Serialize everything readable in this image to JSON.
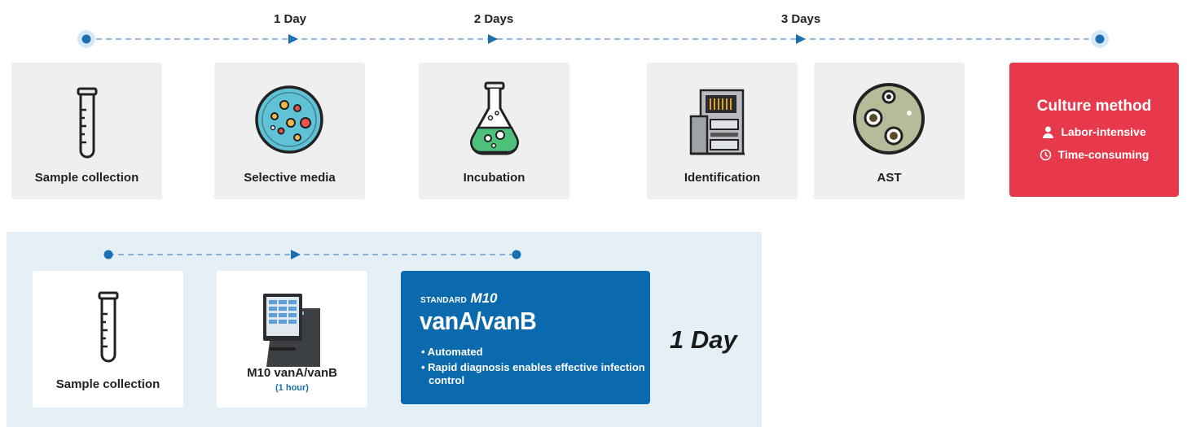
{
  "culture_timeline": {
    "day_labels": [
      "1 Day",
      "2 Days",
      "3 Days"
    ],
    "steps": [
      {
        "label": "Sample collection",
        "icon": "test-tube-icon"
      },
      {
        "label": "Selective media",
        "icon": "petri-dish-icon"
      },
      {
        "label": "Incubation",
        "icon": "flask-icon"
      },
      {
        "label": "Identification",
        "icon": "analyzer-machine-icon"
      },
      {
        "label": "AST",
        "icon": "ast-plate-icon"
      }
    ],
    "summary": {
      "title": "Culture method",
      "points": [
        {
          "text": "Labor-intensive",
          "icon": "person-icon"
        },
        {
          "text": "Time-consuming",
          "icon": "clock-icon"
        }
      ],
      "color": "#e63a4c"
    }
  },
  "m10_timeline": {
    "steps": [
      {
        "label": "Sample collection",
        "icon": "test-tube-icon"
      },
      {
        "label": "M10 vanA/vanB",
        "sublabel": "(1 hour)",
        "icon": "m10-device-icon"
      }
    ],
    "product": {
      "brand": "STANDARD",
      "model": "M10",
      "name": "vanA/vanB",
      "bullets": [
        "Automated",
        "Rapid diagnosis enables effective infection control"
      ],
      "color": "#0b6aae"
    },
    "duration": "1 Day"
  },
  "colors": {
    "accent_blue": "#1a6fb0",
    "panel_bg": "#e5eff6",
    "card_bg": "#efefef"
  }
}
